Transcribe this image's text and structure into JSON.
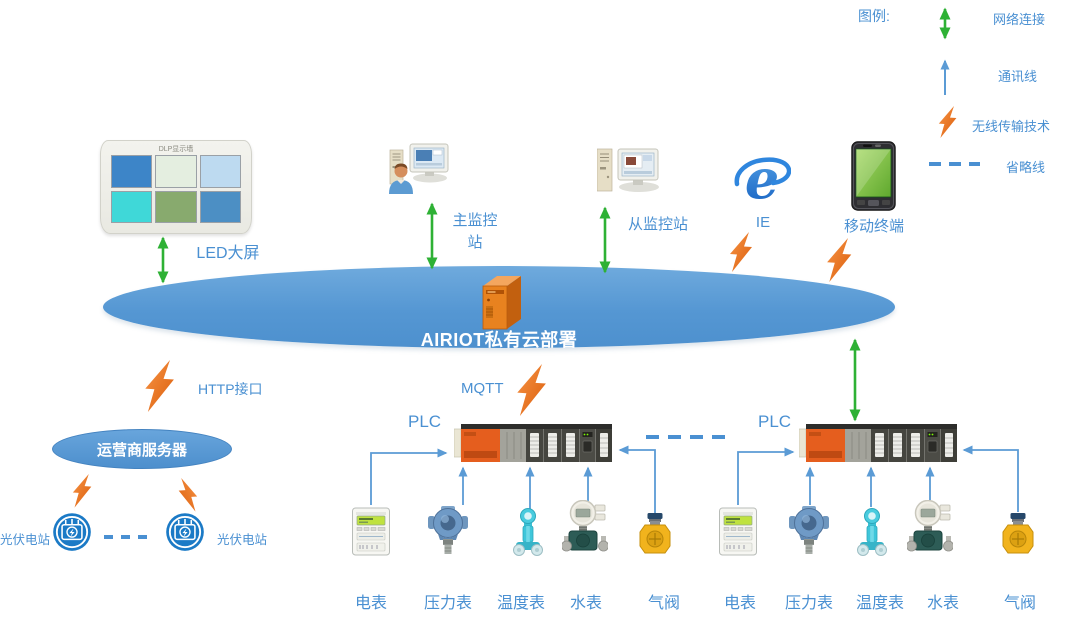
{
  "legend": {
    "title": "图例:",
    "items": [
      {
        "name": "network-connection",
        "label": "网络连接"
      },
      {
        "name": "communication-line",
        "label": "通讯线"
      },
      {
        "name": "wireless-transmission",
        "label": "无线传输技术"
      },
      {
        "name": "omitted-line",
        "label": "省略线"
      }
    ]
  },
  "cloud": {
    "label": "AIRIOT私有云部署"
  },
  "nodes": {
    "led": "LED大屏",
    "master_station": "主监控站",
    "slave_station": "从监控站",
    "ie": "IE",
    "mobile": "移动终端",
    "http_api": "HTTP接口",
    "mqtt": "MQTT",
    "operator_server": "运营商服务器",
    "pv_left": "光伏电站",
    "pv_right": "光伏电站",
    "plc_left": "PLC",
    "plc_right": "PLC"
  },
  "led_wall": {
    "title": "DLP显示墙"
  },
  "devices_left": [
    "电表",
    "压力表",
    "温度表",
    "水表",
    "气阀"
  ],
  "devices_right": [
    "电表",
    "压力表",
    "温度表",
    "水表",
    "气阀"
  ],
  "icons": {
    "led_wall": "led-video-wall-icon",
    "master_station": "operator-workstation-icon",
    "slave_station": "workstation-icon",
    "ie": "ie-browser-icon",
    "ie_glyph": "e",
    "mobile": "smartphone-icon",
    "cloud_server": "server-tower-icon",
    "pv_station": "pv-transformer-icon",
    "plc": "plc-rack-icon",
    "meter": "electric-meter-icon",
    "pressure": "pressure-transmitter-icon",
    "temperature": "temperature-sensor-icon",
    "water": "water-flowmeter-icon",
    "valve": "gas-valve-icon"
  },
  "colors": {
    "cloud_blue": "#5B9BD5",
    "arrow_green": "#2EB135",
    "bolt_orange": "#ED7D31",
    "line_blue": "#5B9BD5",
    "label_blue": "#4A90D2",
    "pv_blue": "#1B7AC6",
    "plc_orange": "#E55E1E"
  }
}
